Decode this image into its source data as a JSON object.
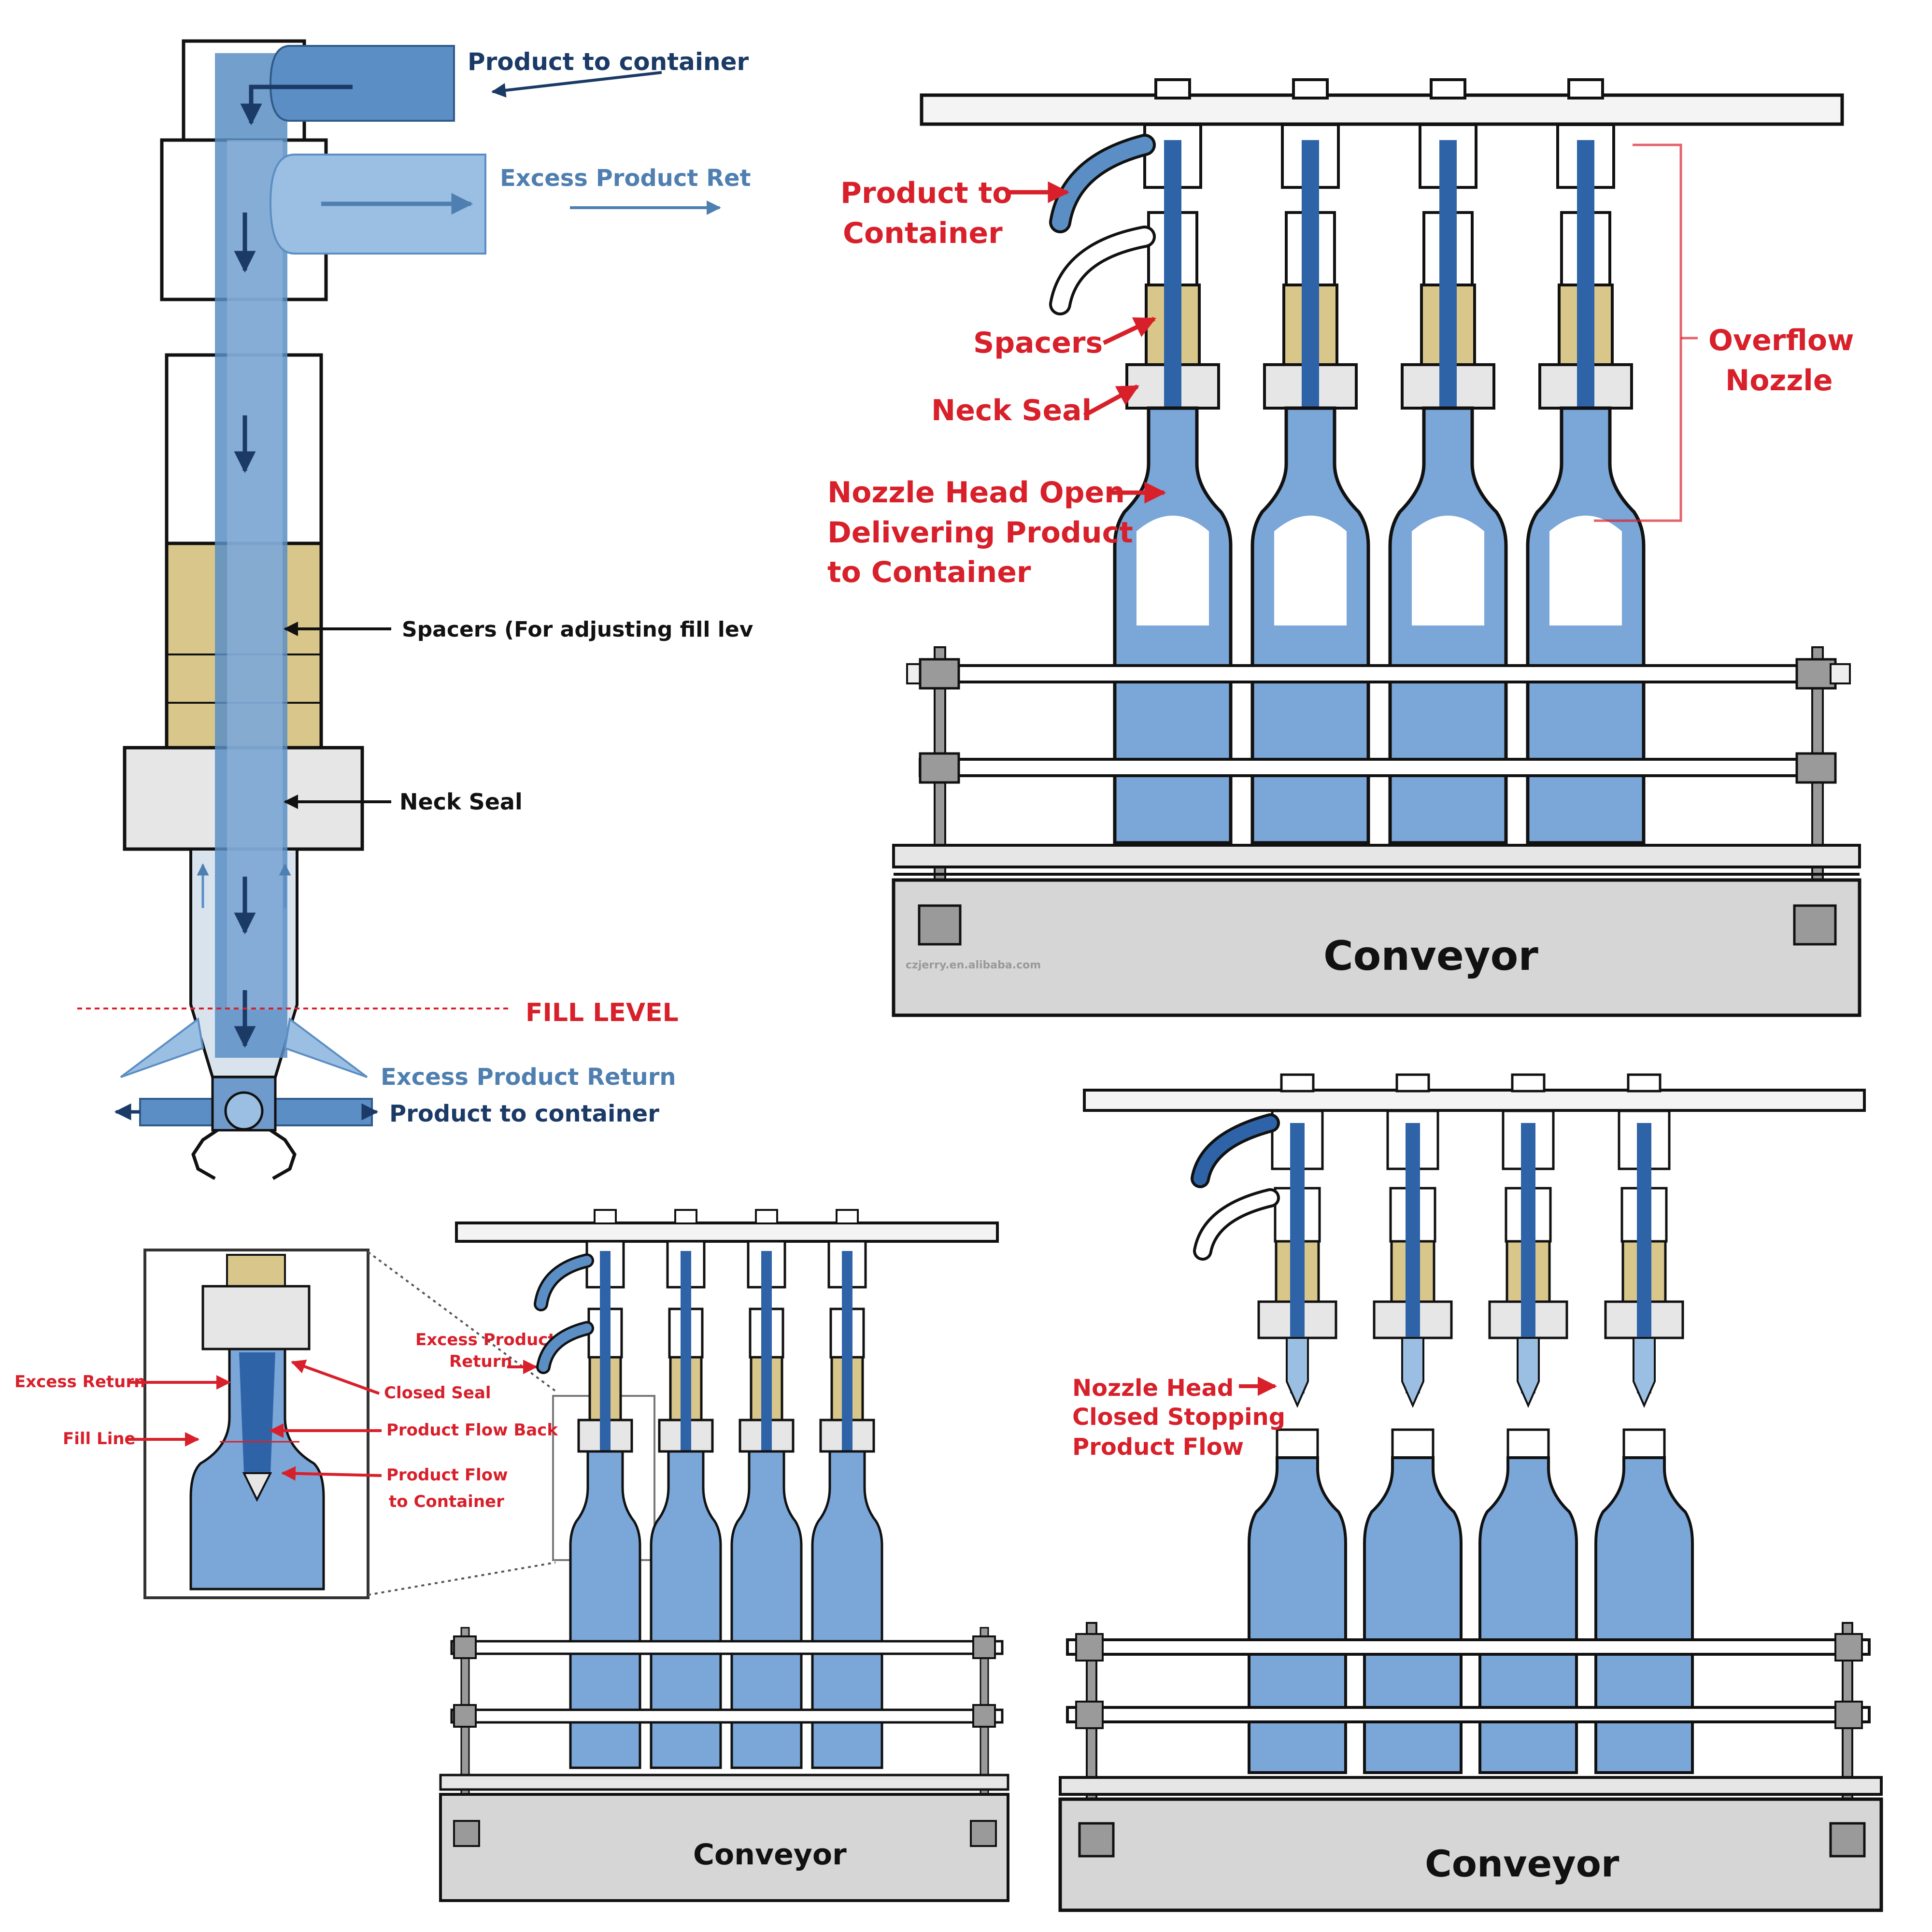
{
  "colors": {
    "accent_red": "#d8202b",
    "label_dark": "#1b3a66",
    "label_mid": "#4f7fb0",
    "liquid": "#7aa6d8",
    "liquid_dark": "#2f63a8",
    "pipe": "#5b8ec4",
    "spacer": "#d9c68a",
    "seal": "#e6e6e6",
    "frame": "#222222",
    "conveyor": "#d6d6d6",
    "rail": "#9a9a9a"
  },
  "detail": {
    "product_to_container_top": "Product to container",
    "excess_product_return_top": "Excess Product Ret",
    "spacers": "Spacers (For adjusting fill lev",
    "neck_seal": "Neck Seal",
    "fill_level": "FILL LEVEL",
    "excess_product_return_bottom": "Excess Product Return",
    "product_to_container_bottom": "Product to container"
  },
  "top_right": {
    "product_to_container": [
      "Product to",
      "Container"
    ],
    "spacers": "Spacers",
    "neck_seal": "Neck Seal",
    "nozzle_open": [
      "Nozzle Head Open",
      "Delivering Product",
      "to Container"
    ],
    "overflow_nozzle": [
      "Overflow",
      "Nozzle"
    ],
    "conveyor": "Conveyor",
    "watermark": "czjerry.en.alibaba.com"
  },
  "bottom_left": {
    "excess_return": "Excess Return",
    "fill_line": "Fill Line",
    "closed_seal": "Closed Seal",
    "product_flow_back": "Product Flow Back",
    "product_flow_to_container": [
      "Product Flow",
      "to Container"
    ],
    "excess_product_return": [
      "Excess Product",
      "Return"
    ],
    "conveyor": "Conveyor"
  },
  "bottom_right": {
    "nozzle_closed": [
      "Nozzle Head",
      "Closed Stopping",
      "Product Flow"
    ],
    "conveyor": "Conveyor"
  }
}
